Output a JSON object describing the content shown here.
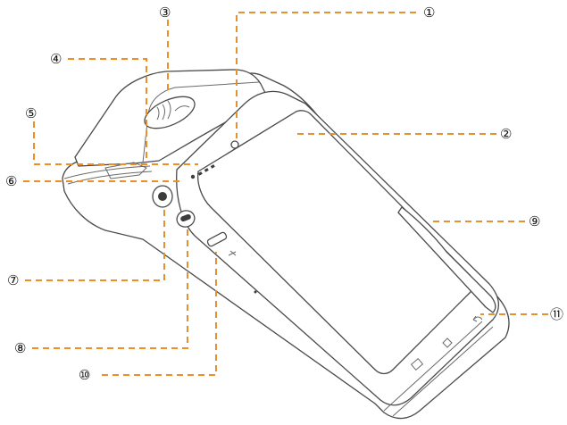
{
  "diagram": {
    "leader_color": "#e8902c",
    "callouts": [
      {
        "id": "1",
        "label": "①"
      },
      {
        "id": "2",
        "label": "②"
      },
      {
        "id": "3",
        "label": "③"
      },
      {
        "id": "4",
        "label": "④"
      },
      {
        "id": "5",
        "label": "⑤"
      },
      {
        "id": "6",
        "label": "⑥"
      },
      {
        "id": "7",
        "label": "⑦"
      },
      {
        "id": "8",
        "label": "⑧"
      },
      {
        "id": "9",
        "label": "⑨"
      },
      {
        "id": "10",
        "label": "⑩"
      },
      {
        "id": "11",
        "label": "⑪"
      }
    ],
    "icons": {
      "nfc": "nfc-contactless-icon",
      "camera": "front-camera-icon",
      "indicators": "status-indicator-lights-icon",
      "power": "power-button-icon",
      "volume": "volume-button-icon",
      "usb": "usb-port-icon",
      "menu": "menu-key-icon",
      "home": "home-key-icon",
      "back": "back-key-icon"
    }
  }
}
